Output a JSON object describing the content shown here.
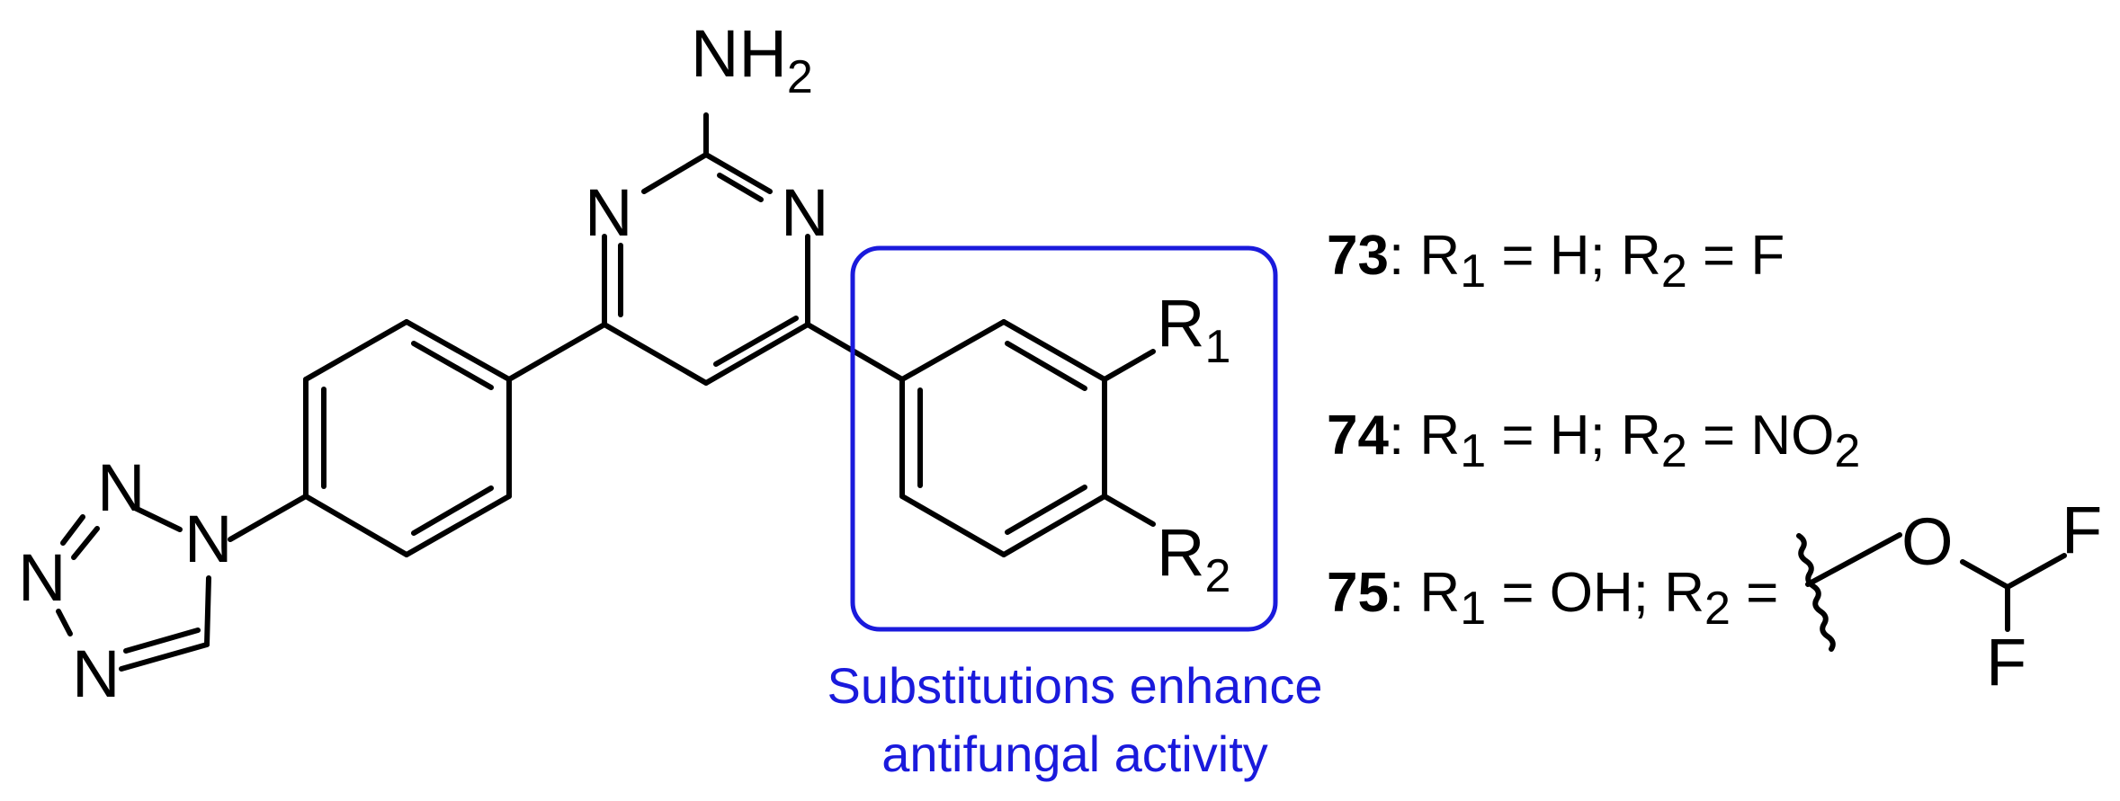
{
  "atoms": {
    "nh2": "NH",
    "nh2_sub": "2",
    "n_pyr_left": "N",
    "n_pyr_right": "N",
    "r1": "R",
    "r1_sub": "1",
    "r2": "R",
    "r2_sub": "2",
    "n_tz1": "N",
    "n_tz2": "N",
    "n_tz3": "N",
    "n_tz4": "N",
    "o": "O",
    "f_top": "F",
    "f_bottom": "F"
  },
  "annotation": {
    "line1": "Substitutions enhance",
    "line2": "antifungal activity"
  },
  "compounds": [
    {
      "id": "73",
      "r1_label": "R",
      "r1_sub": "1",
      "r1_value": "H",
      "r2_label": "R",
      "r2_sub": "2",
      "r2_value": "F"
    },
    {
      "id": "74",
      "r1_label": "R",
      "r1_sub": "1",
      "r1_value": "H",
      "r2_label": "R",
      "r2_sub": "2",
      "r2_value": "NO",
      "r2_value_sub": "2"
    },
    {
      "id": "75",
      "r1_label": "R",
      "r1_sub": "1",
      "r1_value": "OH",
      "r2_label": "R",
      "r2_sub": "2"
    }
  ],
  "colors": {
    "highlight": "#1a1adc",
    "ink": "#000000"
  }
}
